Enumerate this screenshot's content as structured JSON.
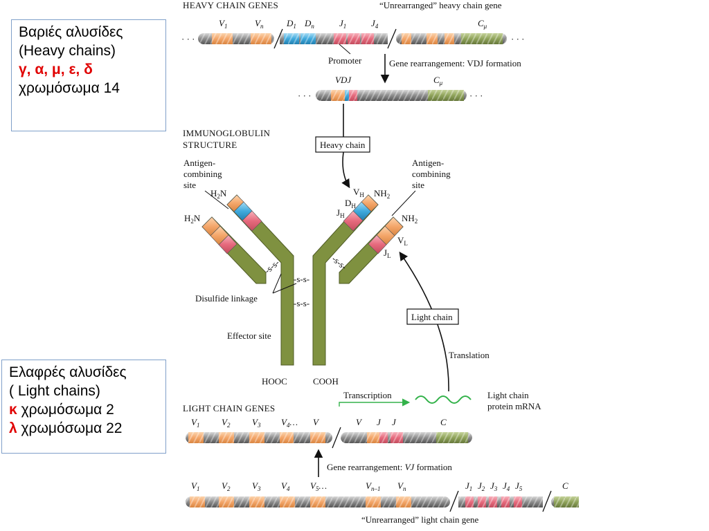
{
  "heavy_note": {
    "line1": "Βαριές αλυσίδες",
    "line2": "(Heavy chains)",
    "classes": "γ, α, μ, ε, δ",
    "chromosome": "χρωμόσωμα 14"
  },
  "light_note": {
    "line1": "Ελαφρές αλυσίδες",
    "line2": "( Light chains)",
    "kappa_symbol": "κ",
    "kappa_chromosome": "χρωμόσωμα 2",
    "lambda_symbol": "λ",
    "lambda_chromosome": "χρωμόσωμα 22"
  },
  "diagram": {
    "heavy_genes_title": "HEAVY CHAIN GENES",
    "unrearranged_heavy": "“Unrearranged” heavy chain gene",
    "heavy_segments": {
      "v1": "V",
      "v1_sub": "1",
      "vn": "V",
      "vn_sub": "n",
      "d1": "D",
      "d1_sub": "1",
      "dn": "D",
      "dn_sub": "n",
      "j1": "J",
      "j1_sub": "1",
      "j4": "J",
      "j4_sub": "4",
      "cmu": "C",
      "cmu_sub": "μ"
    },
    "promoter": "Promoter",
    "vdj_rearrangement": "Gene rearrangement: VDJ formation",
    "vdj_label": "VDJ",
    "cmu2": "C",
    "cmu2_sub": "μ",
    "dots": "· · ·",
    "immunoglobulin_structure_1": "IMMUNOGLOBULIN",
    "immunoglobulin_structure_2": "STRUCTURE",
    "heavy_chain_box": "Heavy chain",
    "antigen_left_1": "Antigen-",
    "antigen_left_2": "combining",
    "antigen_left_3": "site",
    "antigen_right_1": "Antigen-",
    "antigen_right_2": "combining",
    "antigen_right_3": "site",
    "h2n_a": "H",
    "h2n_b": "2",
    "h2n_c": "N",
    "nh2_a": "NH",
    "nh2_b": "2",
    "vh": "V",
    "vh_sub": "H",
    "dh": "D",
    "dh_sub": "H",
    "jh": "J",
    "jh_sub": "H",
    "vl": "V",
    "vl_sub": "L",
    "jl": "J",
    "jl_sub": "L",
    "ss": "-s-s-",
    "disulfide": "Disulfide linkage",
    "effector": "Effector site",
    "hooc": "HOOC",
    "cooh": "COOH",
    "light_chain_box": "Light chain",
    "translation": "Translation",
    "transcription": "Transcription",
    "mrna_1": "Light chain",
    "mrna_2": "protein mRNA",
    "light_genes_title": "LIGHT CHAIN GENES",
    "light_segments_top": {
      "v1": "V",
      "v1_sub": "1",
      "v2": "V",
      "v2_sub": "2",
      "v3": "V",
      "v3_sub": "3",
      "v4": "V",
      "v4_sub": "4",
      "v4_dots": "…",
      "v": "V",
      "v_after": "V",
      "j_a": "J",
      "j_b": "J",
      "c": "C"
    },
    "vj_rearrangement_a": "Gene rearrangement: ",
    "vj_rearrangement_b": "VJ",
    "vj_rearrangement_c": " formation",
    "light_segments_bottom": {
      "v1": "V",
      "v1_sub": "1",
      "v2": "V",
      "v2_sub": "2",
      "v3": "V",
      "v3_sub": "3",
      "v4": "V",
      "v4_sub": "4",
      "v5": "V",
      "v5_sub": "5",
      "v5_dots": "…",
      "vn1": "V",
      "vn1_sub": "n–1",
      "vn": "V",
      "vn_sub": "n",
      "j1": "J",
      "j1_sub": "1",
      "j2": "J",
      "j2_sub": "2",
      "j3": "J",
      "j3_sub": "3",
      "j4": "J",
      "j4_sub": "4",
      "j5": "J",
      "j5_sub": "5",
      "c": "C"
    },
    "unrearranged_light": "“Unrearranged” light chain gene"
  },
  "colors": {
    "v_segment": "#f4a66a",
    "d_segment": "#3fa9dc",
    "j_segment": "#e66a7d",
    "c_segment": "#8fa35a",
    "chain_body": "#7f9140",
    "dna_gray": "#9a9a9a",
    "mrna_green": "#33b24a",
    "note_border": "#7f9fc9",
    "highlight_red": "#e00000"
  }
}
